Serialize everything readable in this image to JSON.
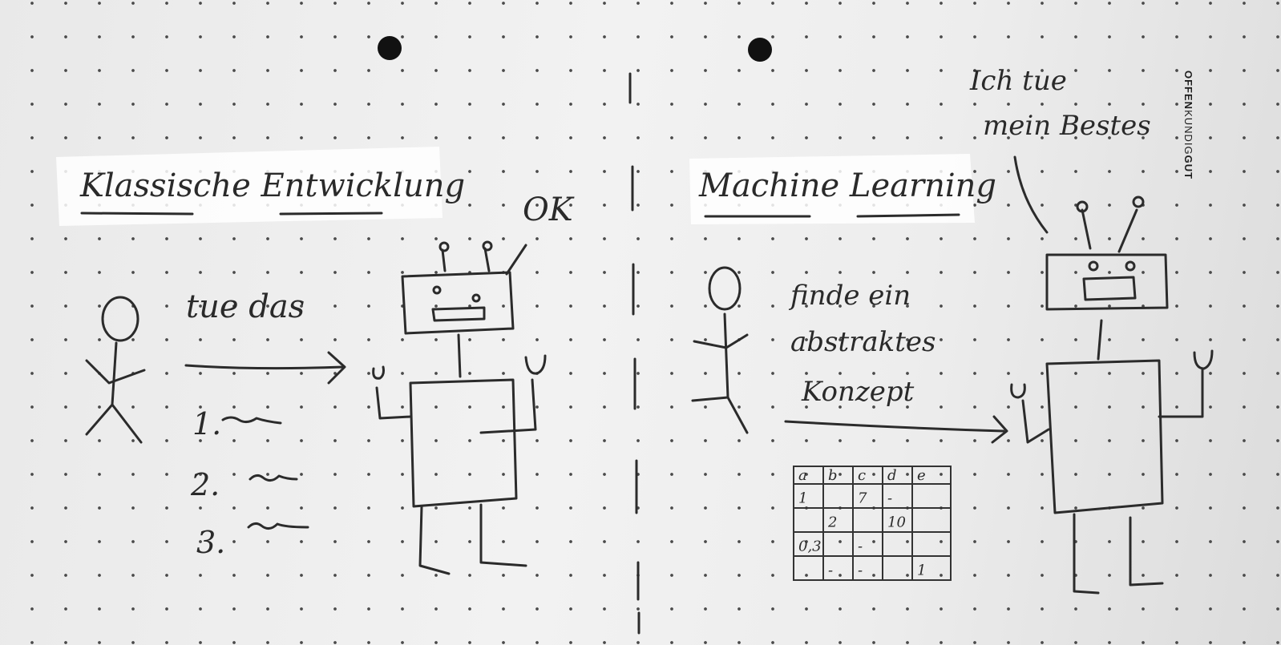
{
  "left": {
    "heading": "Klassische Entwicklung",
    "instruction": "tue das",
    "steps": [
      "1.",
      "2.",
      "3."
    ],
    "robot_reply": "OK"
  },
  "right": {
    "heading": "Machine Learning",
    "instruction_lines": [
      "finde ein",
      "abstraktes",
      "Konzept"
    ],
    "robot_reply_lines": [
      "Ich tue",
      "mein Bestes"
    ],
    "table": {
      "header": [
        "a",
        "b",
        "c",
        "d",
        "e"
      ],
      "rows": [
        [
          "1",
          "",
          "7",
          "-",
          ""
        ],
        [
          "",
          "2",
          "",
          "10",
          ""
        ],
        [
          "0,3",
          "",
          "-",
          "",
          ""
        ],
        [
          "",
          "-",
          "-",
          "",
          "1"
        ]
      ]
    }
  },
  "brand": {
    "part1": "OFFEN",
    "part2": "KUNDIG",
    "part3": "GUT"
  },
  "colors": {
    "paper": "#ececec",
    "ink": "#2b2b2b",
    "highlight": "#ffffff",
    "dots": "#4a4a4a"
  }
}
